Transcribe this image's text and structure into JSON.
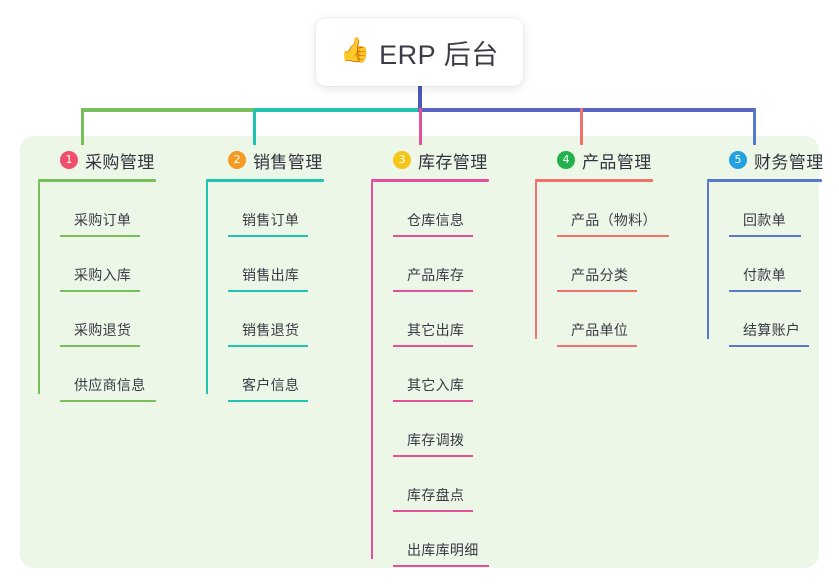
{
  "diagram": {
    "title": "ERP 后台 structure map",
    "background_color": "#ffffff",
    "panel_color": "#edf7e8"
  },
  "root": {
    "icon": "thumbs-up-icon",
    "icon_glyph": "👍",
    "label": "ERP 后台",
    "trunk_color": "#4a57bd"
  },
  "columns": [
    {
      "number": "1",
      "title": "采购管理",
      "badge_color": "#f0506e",
      "line_color": "#76bf5a",
      "head_rule_width": 118,
      "spine_height": 212,
      "items": [
        {
          "label": "采购订单",
          "rule_width": 80
        },
        {
          "label": "采购入库",
          "rule_width": 80
        },
        {
          "label": "采购退货",
          "rule_width": 80
        },
        {
          "label": "供应商信息",
          "rule_width": 96
        }
      ]
    },
    {
      "number": "2",
      "title": "销售管理",
      "badge_color": "#f59a23",
      "line_color": "#20c4b0",
      "head_rule_width": 118,
      "spine_height": 212,
      "items": [
        {
          "label": "销售订单",
          "rule_width": 80
        },
        {
          "label": "销售出库",
          "rule_width": 80
        },
        {
          "label": "销售退货",
          "rule_width": 80
        },
        {
          "label": "客户信息",
          "rule_width": 80
        }
      ]
    },
    {
      "number": "3",
      "title": "库存管理",
      "badge_color": "#f5c518",
      "line_color": "#e5509b",
      "head_rule_width": 118,
      "spine_height": 377,
      "items": [
        {
          "label": "仓库信息",
          "rule_width": 80
        },
        {
          "label": "产品库存",
          "rule_width": 80
        },
        {
          "label": "其它出库",
          "rule_width": 80
        },
        {
          "label": "其它入库",
          "rule_width": 80
        },
        {
          "label": "库存调拨",
          "rule_width": 80
        },
        {
          "label": "库存盘点",
          "rule_width": 80
        },
        {
          "label": "出库库明细",
          "rule_width": 96
        }
      ]
    },
    {
      "number": "4",
      "title": "产品管理",
      "badge_color": "#22b14c",
      "line_color": "#f4706b",
      "head_rule_width": 118,
      "spine_height": 157,
      "items": [
        {
          "label": "产品（物料）",
          "rule_width": 112
        },
        {
          "label": "产品分类",
          "rule_width": 80
        },
        {
          "label": "产品单位",
          "rule_width": 80
        }
      ]
    },
    {
      "number": "5",
      "title": "财务管理",
      "badge_color": "#22a2e0",
      "line_color": "#5878c8",
      "head_rule_width": 115,
      "spine_height": 157,
      "items": [
        {
          "label": "回款单",
          "rule_width": 72
        },
        {
          "label": "付款单",
          "rule_width": 72
        },
        {
          "label": "结算账户",
          "rule_width": 80
        }
      ]
    }
  ],
  "connectors": {
    "bus_segments": [
      {
        "name": "bus-green",
        "color": "#76bf5a"
      },
      {
        "name": "bus-teal",
        "color": "#20c4b0"
      },
      {
        "name": "bus-blue",
        "color": "#5863c4"
      }
    ],
    "drop_stubs": [
      {
        "name": "stub-col-1",
        "color": "#76bf5a"
      },
      {
        "name": "stub-col-2",
        "color": "#20c4b0"
      },
      {
        "name": "stub-col-3",
        "color": "#e5509b"
      },
      {
        "name": "stub-col-4",
        "color": "#f4706b"
      },
      {
        "name": "stub-col-5",
        "color": "#5878c8"
      }
    ]
  }
}
